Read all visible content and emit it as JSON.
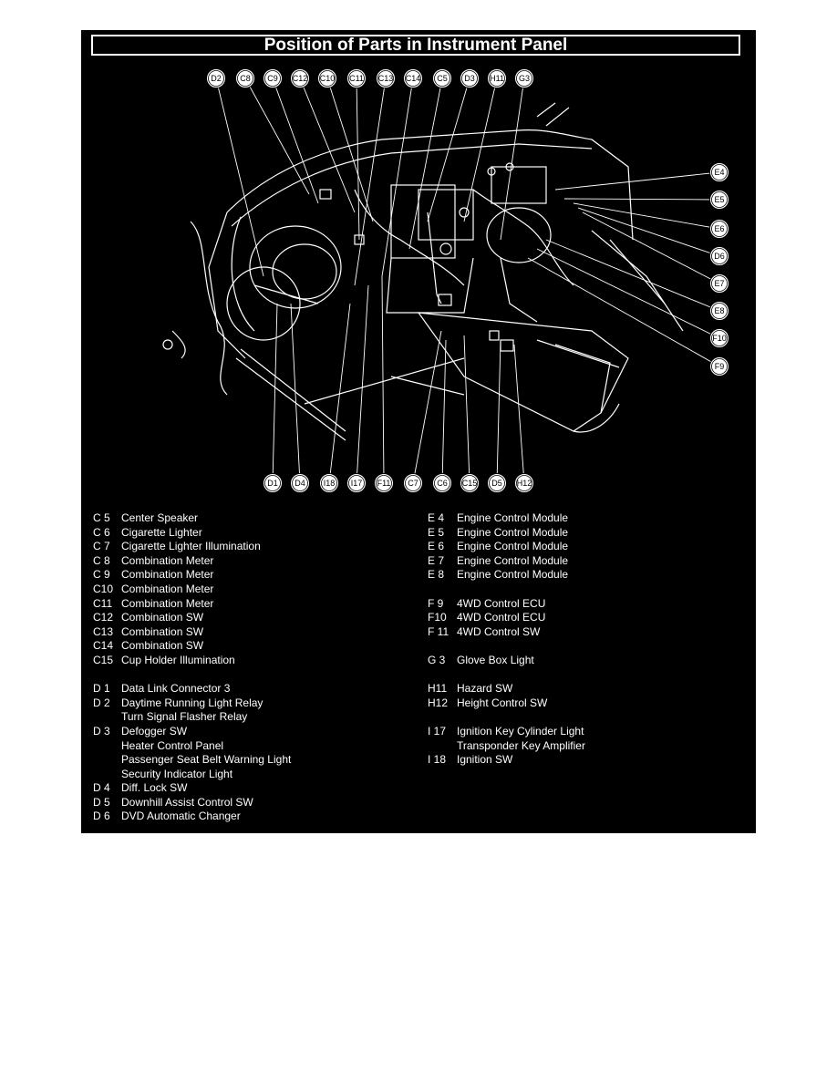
{
  "title": "Position of Parts in Instrument Panel",
  "callouts": {
    "top": [
      "D2",
      "C8",
      "C9",
      "C12",
      "C10",
      "C11",
      "C13",
      "C14",
      "C5",
      "D3",
      "H11",
      "G3"
    ],
    "right": [
      "E4",
      "E5",
      "E6",
      "D6",
      "E7",
      "E8",
      "F10",
      "F9"
    ],
    "bottom": [
      "D1",
      "D4",
      "I18",
      "I17",
      "F11",
      "C7",
      "C6",
      "C15",
      "D5",
      "H12"
    ]
  },
  "legend_left": [
    {
      "code": "C  5",
      "name": "Center Speaker"
    },
    {
      "code": "C  6",
      "name": "Cigarette Lighter"
    },
    {
      "code": "C  7",
      "name": "Cigarette Lighter Illumination"
    },
    {
      "code": "C  8",
      "name": "Combination Meter"
    },
    {
      "code": "C  9",
      "name": "Combination Meter"
    },
    {
      "code": "C10",
      "name": "Combination Meter"
    },
    {
      "code": "C11",
      "name": "Combination Meter"
    },
    {
      "code": "C12",
      "name": "Combination SW"
    },
    {
      "code": "C13",
      "name": "Combination SW"
    },
    {
      "code": "C14",
      "name": "Combination SW"
    },
    {
      "code": "C15",
      "name": "Cup Holder Illumination"
    },
    {
      "code": "",
      "name": ""
    },
    {
      "code": "D  1",
      "name": "Data Link Connector 3"
    },
    {
      "code": "D  2",
      "name": "Daytime Running Light Relay"
    },
    {
      "code": "",
      "name": "Turn Signal Flasher Relay"
    },
    {
      "code": "D  3",
      "name": "Defogger SW"
    },
    {
      "code": "",
      "name": "Heater Control Panel"
    },
    {
      "code": "",
      "name": "Passenger Seat Belt Warning Light"
    },
    {
      "code": "",
      "name": "Security Indicator Light"
    },
    {
      "code": "D  4",
      "name": "Diff. Lock SW"
    },
    {
      "code": "D  5",
      "name": "Downhill Assist Control SW"
    },
    {
      "code": "D  6",
      "name": "DVD Automatic Changer"
    }
  ],
  "legend_right": [
    {
      "code": "E  4",
      "name": "Engine Control Module"
    },
    {
      "code": "E  5",
      "name": "Engine Control Module"
    },
    {
      "code": "E  6",
      "name": "Engine Control Module"
    },
    {
      "code": "E  7",
      "name": "Engine Control Module"
    },
    {
      "code": "E  8",
      "name": "Engine Control Module"
    },
    {
      "code": "",
      "name": ""
    },
    {
      "code": "F  9",
      "name": "4WD Control ECU"
    },
    {
      "code": "F10",
      "name": "4WD Control ECU"
    },
    {
      "code": "F 11",
      "name": "4WD Control SW"
    },
    {
      "code": "",
      "name": ""
    },
    {
      "code": "G  3",
      "name": "Glove Box Light"
    },
    {
      "code": "",
      "name": ""
    },
    {
      "code": "H11",
      "name": "Hazard SW"
    },
    {
      "code": "H12",
      "name": "Height Control SW"
    },
    {
      "code": "",
      "name": ""
    },
    {
      "code": "I  17",
      "name": "Ignition Key Cylinder Light"
    },
    {
      "code": "",
      "name": "Transponder Key Amplifier"
    },
    {
      "code": "I  18",
      "name": "Ignition SW"
    }
  ]
}
